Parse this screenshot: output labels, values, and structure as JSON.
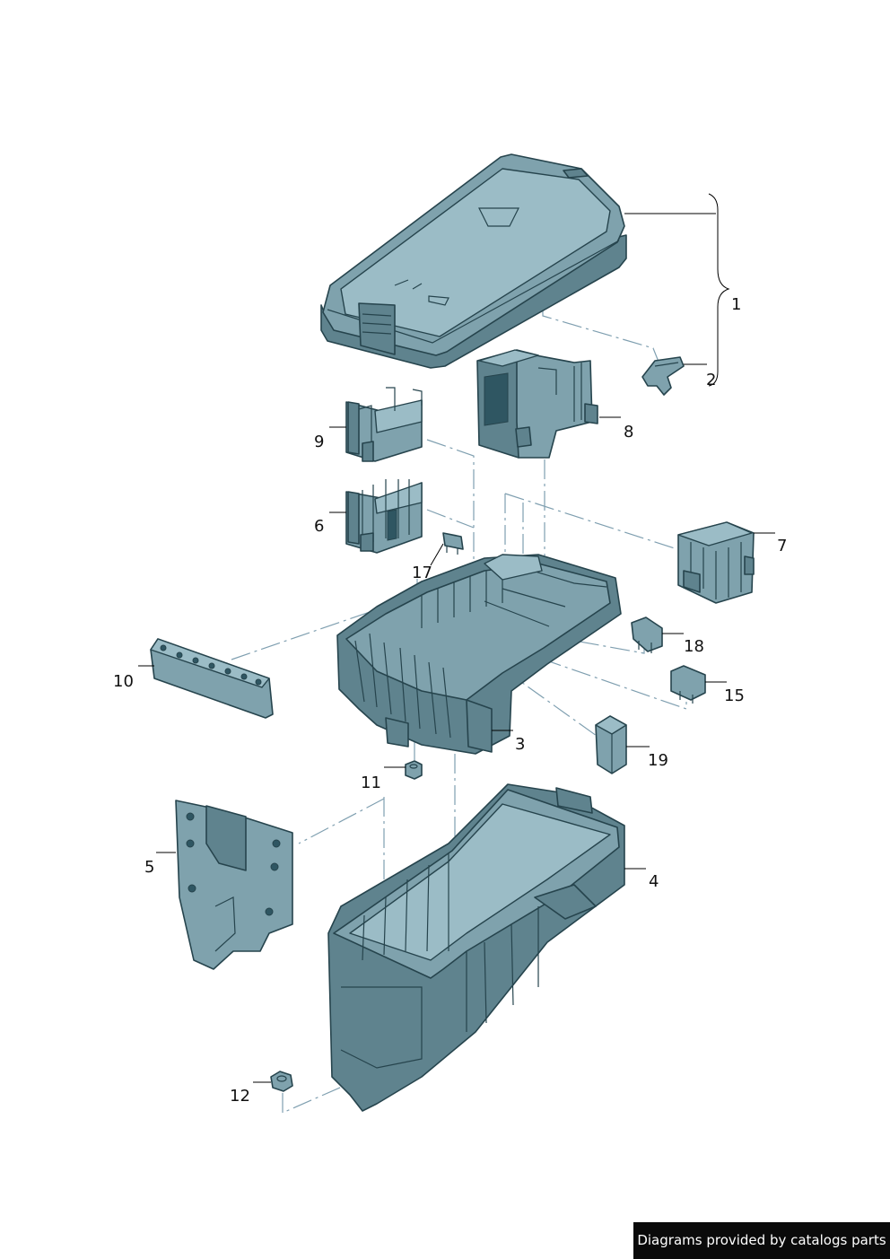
{
  "callouts": [
    {
      "id": "1",
      "text": "1"
    },
    {
      "id": "2",
      "text": "2"
    },
    {
      "id": "3",
      "text": "3"
    },
    {
      "id": "4",
      "text": "4"
    },
    {
      "id": "5",
      "text": "5"
    },
    {
      "id": "6",
      "text": "6"
    },
    {
      "id": "7",
      "text": "7"
    },
    {
      "id": "8",
      "text": "8"
    },
    {
      "id": "9",
      "text": "9"
    },
    {
      "id": "10",
      "text": "10"
    },
    {
      "id": "11",
      "text": "11"
    },
    {
      "id": "12",
      "text": "12"
    },
    {
      "id": "15",
      "text": "15"
    },
    {
      "id": "17",
      "text": "17"
    },
    {
      "id": "18",
      "text": "18"
    },
    {
      "id": "19",
      "text": "19"
    }
  ],
  "credit": "Diagrams provided by catalogs parts",
  "colors": {
    "part_fill": "#7fa2ad",
    "part_outline": "#26444d",
    "dash_line": "#7f9fb0",
    "credit_bg": "#0a0a0a",
    "credit_text": "#ffffff"
  }
}
